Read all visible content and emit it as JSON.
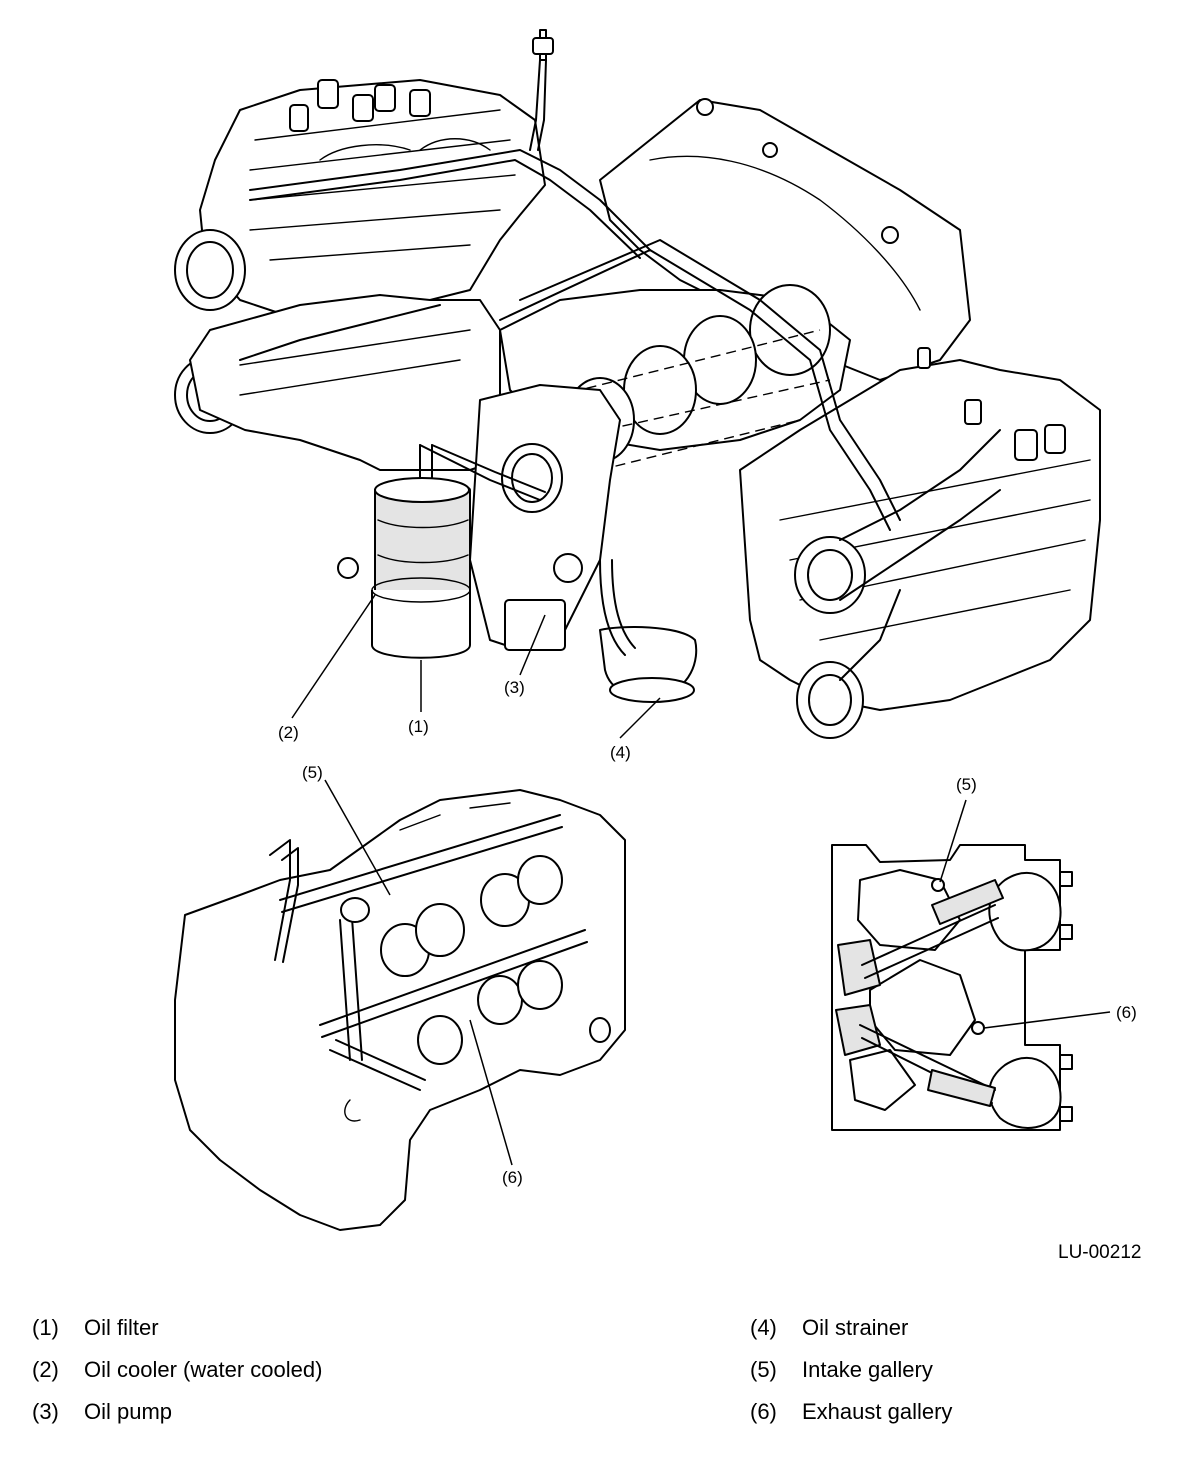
{
  "figure": {
    "id": "LU-00212",
    "callouts": {
      "main_1": "(1)",
      "main_2": "(2)",
      "main_3": "(3)",
      "main_4": "(4)",
      "left_5": "(5)",
      "left_6": "(6)",
      "right_5": "(5)",
      "right_6": "(6)"
    }
  },
  "legend": {
    "left": [
      {
        "num": "(1)",
        "label": "Oil filter"
      },
      {
        "num": "(2)",
        "label": "Oil cooler (water cooled)"
      },
      {
        "num": "(3)",
        "label": "Oil pump"
      }
    ],
    "right": [
      {
        "num": "(4)",
        "label": "Oil strainer"
      },
      {
        "num": "(5)",
        "label": "Intake gallery"
      },
      {
        "num": "(6)",
        "label": "Exhaust gallery"
      }
    ]
  }
}
